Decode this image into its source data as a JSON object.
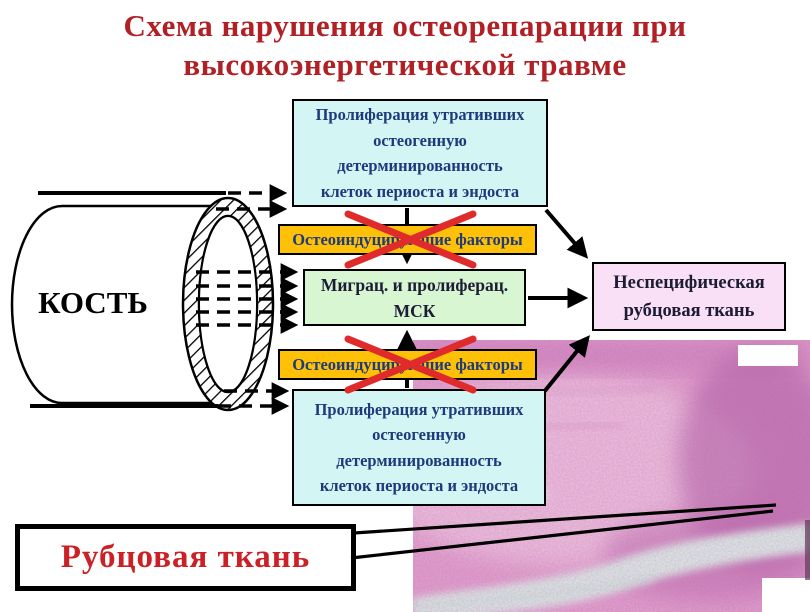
{
  "title": {
    "line1": "Схема нарушения остеорепарации при",
    "line2": "высокоэнергетической травме"
  },
  "bone": {
    "label": "КОСТЬ"
  },
  "flow": {
    "periost_top": {
      "lines": [
        "Пролиферация утративших",
        "остеогенную",
        "детерминированность",
        "клеток периоста и эндоста"
      ]
    },
    "factors_top": {
      "label": "Остеоиндуцирующие факторы",
      "crossed_out": true
    },
    "msc": {
      "line1": "Миграц.  и пролиферац.",
      "line2": "МСК"
    },
    "scar_result": {
      "line1": "Неспецифическая",
      "line2": "рубцовая ткань"
    },
    "factors_bottom": {
      "label": "Остеоиндуцирующие факторы",
      "crossed_out": true
    },
    "periost_bottom": {
      "lines": [
        "Пролиферация утративших",
        "остеогенную",
        "детерминированность",
        "клеток периоста и эндоста"
      ]
    }
  },
  "callout": {
    "label": "Рубцовая ткань"
  },
  "colors": {
    "title-red": "#B02025",
    "box-cyan": "#D3F5F3",
    "box-orange": "#FFC107",
    "box-green": "#D8F6D2",
    "box-pink": "#FAE0F6",
    "text-navy": "#1E3A7C",
    "text-dark": "#1C1C35",
    "cross-red": "#DF2B2B",
    "callout-red": "#CA2026",
    "line-black": "#000000"
  }
}
